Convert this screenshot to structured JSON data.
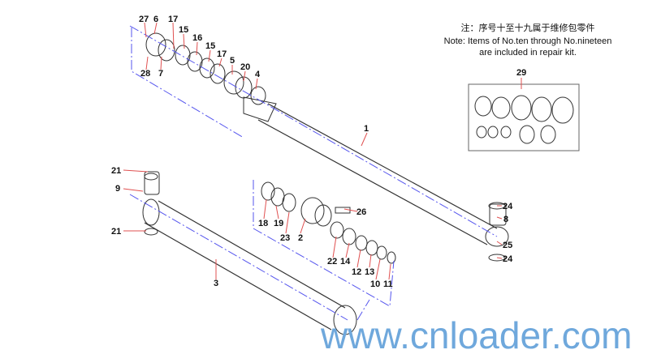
{
  "note": {
    "chinese": "注：序号十至十九属于维修包零件",
    "english_line1": "Note: Items of No.ten through No.nineteen",
    "english_line2": "are included in repair kit."
  },
  "watermark": "www.cnloader.com",
  "callouts": [
    "27",
    "6",
    "17",
    "15",
    "16",
    "15",
    "17",
    "5",
    "20",
    "4",
    "28",
    "7",
    "1",
    "29",
    "21",
    "9",
    "21",
    "3",
    "18",
    "19",
    "23",
    "2",
    "26",
    "22",
    "14",
    "12",
    "13",
    "10",
    "11",
    "24",
    "8",
    "25",
    "24"
  ],
  "colors": {
    "leader": "#e05050",
    "centerline": "#5555ee",
    "watermark": "#6fa8dc"
  }
}
